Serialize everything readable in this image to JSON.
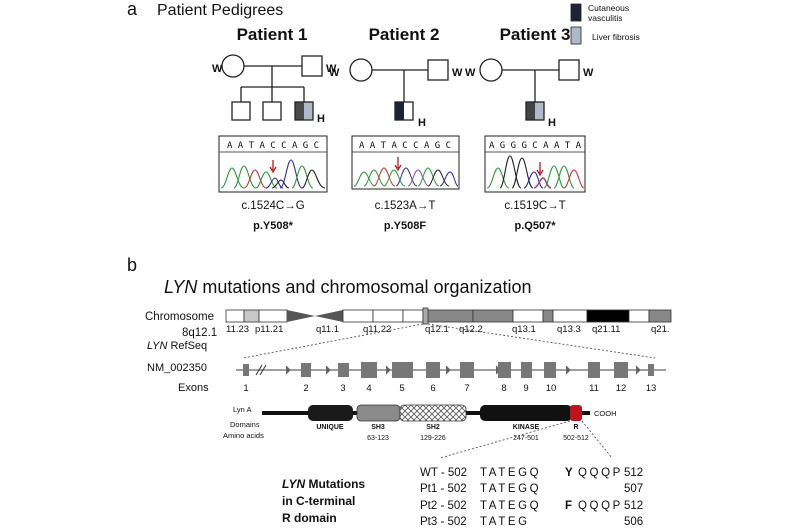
{
  "panel_a": {
    "letter": "a",
    "title": "Patient Pedigrees",
    "legend": [
      {
        "label": "Cutaneous vasculitis",
        "line1": "Cutaneous",
        "line2": "vasculitis",
        "color": "#1c2238"
      },
      {
        "label": "Liver fibrosis",
        "color": "#aeb8c8"
      }
    ],
    "patients": [
      {
        "title": "Patient 1",
        "mother_label": "W",
        "father_label": "W",
        "proband_label": "H",
        "sequence": "A A T A C C A G C",
        "mutation": "c.1524C→G",
        "protein": "p.Y508*"
      },
      {
        "title": "Patient 2",
        "mother_label": "W",
        "father_label": "W",
        "proband_label": "H",
        "sequence": "A A T A C C A G C",
        "mutation": "c.1523A→T",
        "protein": "p.Y508F"
      },
      {
        "title": "Patient 3",
        "mother_label": "W",
        "father_label": "W",
        "proband_label": "H",
        "sequence": "A G G G C A A T A",
        "mutation": "c.1519C→T",
        "protein": "p.Q507*"
      }
    ]
  },
  "panel_b": {
    "letter": "b",
    "title_italic": "LYN",
    "title_rest": " mutations and chromosomal organization",
    "chromosome_label": "Chromosome",
    "chromosome_band": "8q12.1",
    "band_labels": [
      "11.23",
      "p11.21",
      "q11.1",
      "q11.22",
      "q12.1",
      "q12.2",
      "q13.1",
      "q13.3",
      "q21.11",
      "q21."
    ],
    "refseq_label_italic": "LYN",
    "refseq_label_rest": " RefSeq",
    "refseq_id": "NM_002350",
    "exons_label": "Exons",
    "exon_numbers": [
      "1",
      "2",
      "3",
      "4",
      "5",
      "6",
      "7",
      "8",
      "9",
      "10",
      "11",
      "12",
      "13"
    ],
    "protein_name": "Lyn A",
    "domains_label": "Domains",
    "amino_acids_label": "Amino acids",
    "domains": [
      {
        "name": "UNIQUE",
        "range": ""
      },
      {
        "name": "SH3",
        "range": "63-123"
      },
      {
        "name": "SH2",
        "range": "129-226"
      },
      {
        "name": "KINASE",
        "range": "247-501"
      },
      {
        "name": "R",
        "range": "502-512"
      }
    ],
    "cterm": "COOH",
    "mutations_title_italic": "LYN",
    "mutations_title_line1_rest": " Mutations",
    "mutations_title_line2": "in C-terminal",
    "mutations_title_line3": "R domain",
    "alignment": [
      {
        "prefix": "WT - 502 ",
        "seq": "TATEGQ",
        "hl": "Y",
        "post": "QQQP",
        "end": "512"
      },
      {
        "prefix": "Pt1 - 502 ",
        "seq": "TATEGQ",
        "hl": "",
        "post": "",
        "end": "507"
      },
      {
        "prefix": "Pt2 - 502 ",
        "seq": "TATEGQ",
        "hl": "F",
        "post": "QQQP",
        "end": "512"
      },
      {
        "prefix": "Pt3 - 502 ",
        "seq": "TATEG",
        "hl": "",
        "post": "",
        "end": "506"
      }
    ],
    "highlight_color": "#c0141c"
  }
}
